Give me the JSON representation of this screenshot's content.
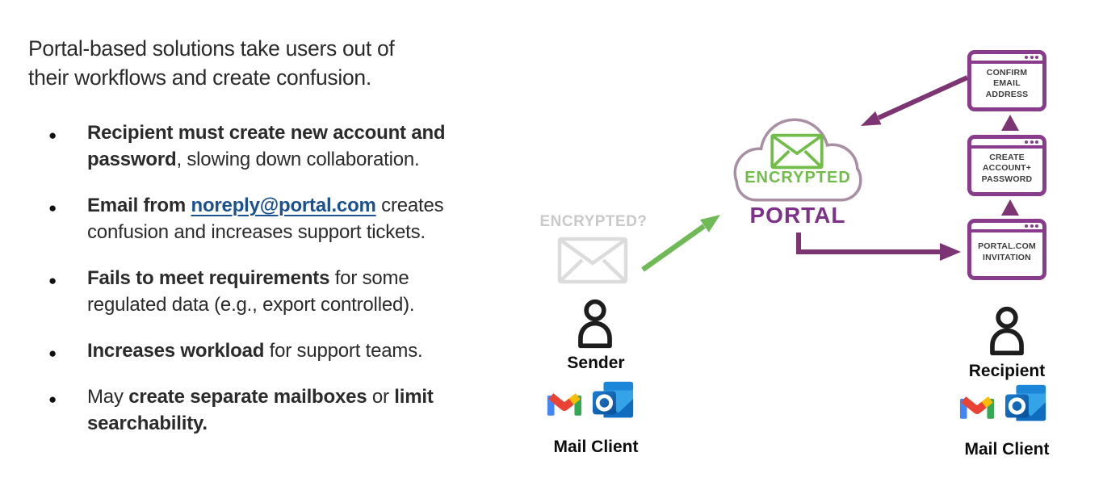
{
  "headline": "Portal-based solutions take users out of\ntheir workflows and create confusion.",
  "bullets": [
    {
      "segments": [
        {
          "t": "Recipient must create new account and password",
          "b": true
        },
        {
          "t": ", slowing down collaboration.",
          "b": false
        }
      ]
    },
    {
      "segments": [
        {
          "t": "Email from ",
          "b": true
        },
        {
          "t": "noreply@portal.com",
          "b": true,
          "link": true
        },
        {
          "t": " creates confusion and increases support tickets.",
          "b": false
        }
      ]
    },
    {
      "segments": [
        {
          "t": "Fails to meet requirements",
          "b": true
        },
        {
          "t": " for some regulated data (e.g., export controlled).",
          "b": false
        }
      ]
    },
    {
      "segments": [
        {
          "t": "Increases workload",
          "b": true
        },
        {
          "t": " for support teams.",
          "b": false
        }
      ]
    },
    {
      "segments": [
        {
          "t": "May ",
          "b": false
        },
        {
          "t": "create separate mailboxes",
          "b": true
        },
        {
          "t": " or ",
          "b": false
        },
        {
          "t": "limit searchability.",
          "b": true
        }
      ]
    }
  ],
  "diagram": {
    "encrypted_question_label": "ENCRYPTED?",
    "cloud": {
      "label": "ENCRYPTED",
      "sublabel": "PORTAL"
    },
    "windows": [
      {
        "label": "CONFIRM\nEMAIL\nADDRESS"
      },
      {
        "label": "CREATE\nACCOUNT+\nPASSWORD"
      },
      {
        "label": "PORTAL.COM\nINVITATION"
      }
    ],
    "sender": {
      "label": "Sender",
      "client_label": "Mail Client"
    },
    "recipient": {
      "label": "Recipient",
      "client_label": "Mail Client"
    },
    "icons": {
      "cloud": "portal-cloud-icon",
      "encrypted_envelope": "encrypted-envelope-icon",
      "unencrypted_envelope": "unencrypted-envelope-icon",
      "person": "person-icon",
      "gmail": "gmail-icon",
      "outlook": "outlook-icon"
    },
    "colors": {
      "window_purple": "#8a3c8c",
      "arrow_purple": "#7c3572",
      "portal_text_purple": "#7d3189",
      "cloud_outline": "#a88fa3",
      "green": "#72bd4a",
      "green_arrow": "#70b957",
      "gray_label": "#c9c9c9",
      "gray_envelope": "#dcdcdc",
      "link_blue": "#1b518f"
    }
  }
}
